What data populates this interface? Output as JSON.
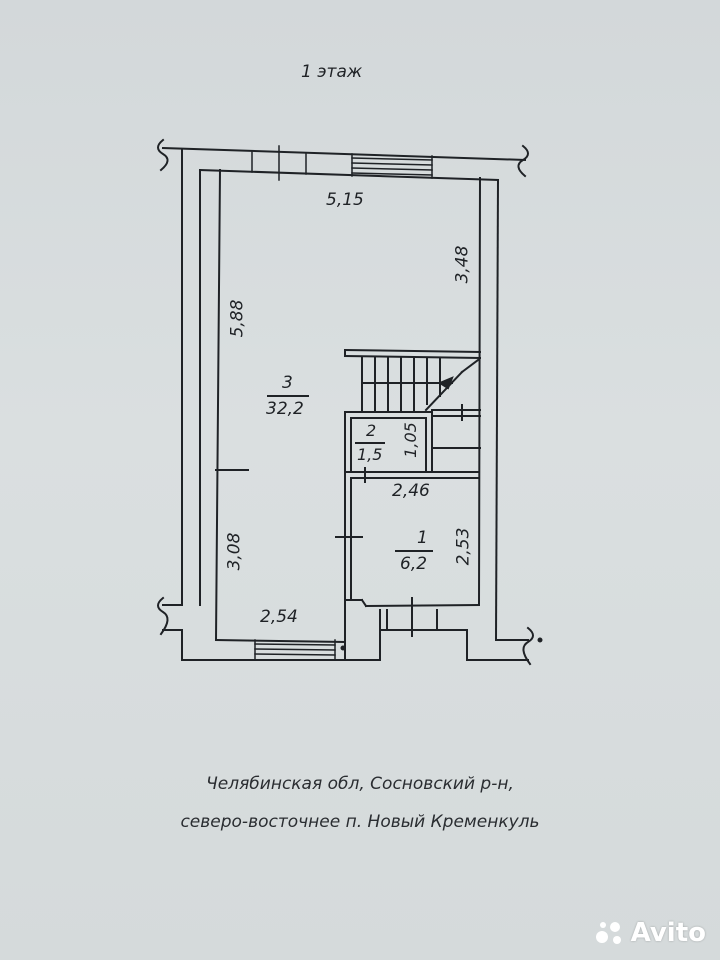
{
  "floor_title": "1 этаж",
  "dimensions": {
    "top_width": "5,15",
    "right_upper": "3,48",
    "left_upper": "5,88",
    "left_lower": "3,08",
    "bottom_width": "2,54",
    "room1_width": "2,46",
    "room1_depth": "2,53",
    "room2_depth": "1,05"
  },
  "rooms": [
    {
      "number": "3",
      "area": "32,2"
    },
    {
      "number": "2",
      "area": "1,5"
    },
    {
      "number": "1",
      "area": "6,2"
    }
  ],
  "caption": {
    "line1": "Челябинская обл, Сосновский р-н,",
    "line2": "северо-восточнее п. Новый Кременкуль"
  },
  "watermark": {
    "text": "Avito",
    "icon": "avito-logo-icon"
  },
  "colors": {
    "ink": "#1f2226",
    "paper": "#d6dbdc"
  }
}
